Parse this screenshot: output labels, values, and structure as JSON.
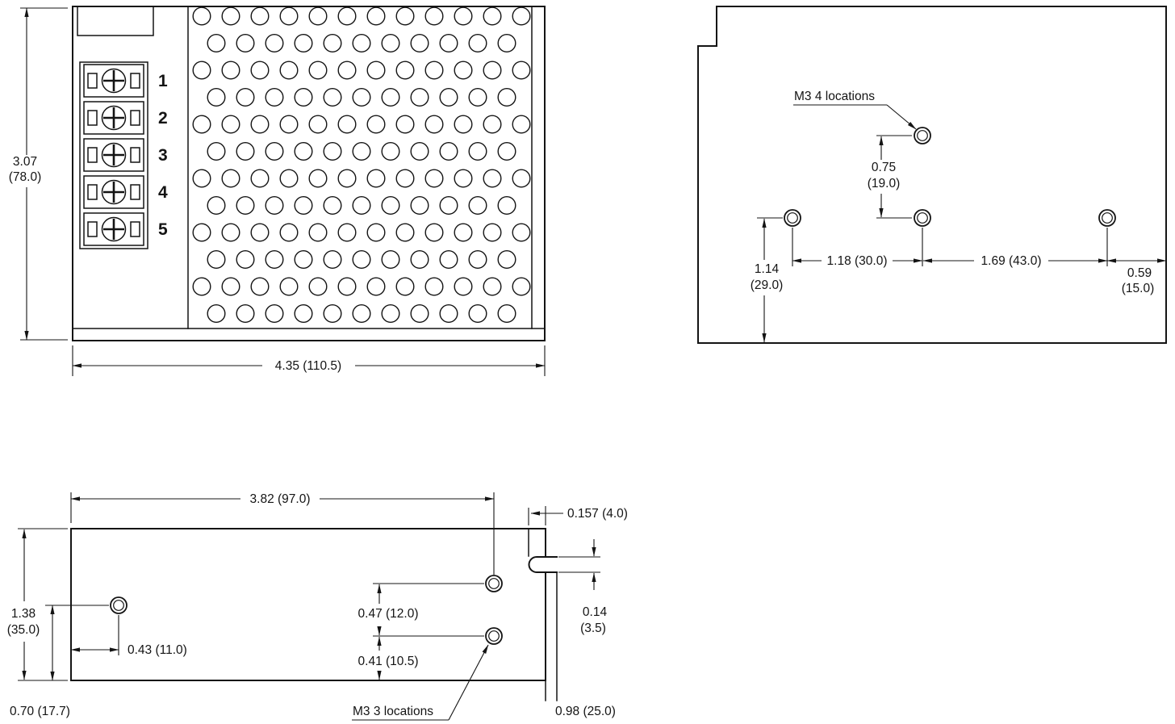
{
  "front_view": {
    "terminals": [
      "1",
      "2",
      "3",
      "4",
      "5"
    ],
    "height_in": "3.07",
    "height_mm": "(78.0)",
    "width": "4.35 (110.5)"
  },
  "side_view": {
    "m3_label": "M3 4 locations",
    "top_hole_in": "0.75",
    "top_hole_mm": "(19.0)",
    "left_edge_in": "1.14",
    "left_edge_mm": "(29.0)",
    "span_left": "1.18 (30.0)",
    "span_right": "1.69 (43.0)",
    "right_edge_in": "0.59",
    "right_edge_mm": "(15.0)"
  },
  "bottom_view": {
    "m3_label": "M3 3 locations",
    "width": "3.82 (97.0)",
    "edge_offset": "0.157 (4.0)",
    "height_in": "1.38",
    "height_mm": "(35.0)",
    "hole_offset_x": "0.43 (11.0)",
    "hole_gap": "0.47 (12.0)",
    "hole_to_edge": "0.41 (10.5)",
    "slot_in": "0.14",
    "slot_mm": "(3.5)",
    "bottom_left": "0.70 (17.7)",
    "bottom_right": "0.98 (25.0)"
  }
}
